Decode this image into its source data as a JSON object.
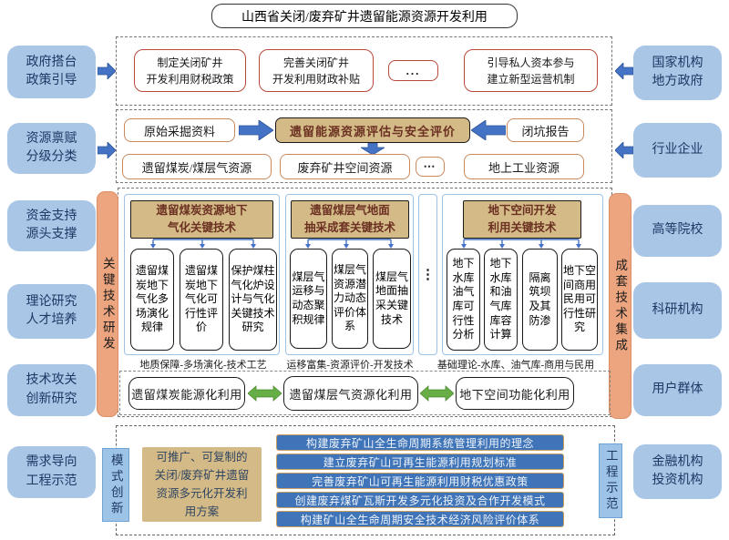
{
  "title": "山西省关闭/废弃矿井遗留能源资源开发利用",
  "left_column": {
    "items": [
      {
        "label": "政府搭台\n政策引导"
      },
      {
        "label": "资源禀赋\n分级分类"
      },
      {
        "label": "资金支持\n源头支撑"
      },
      {
        "label": "理论研究\n人才培养"
      },
      {
        "label": "技术攻关\n创新研究"
      },
      {
        "label": "需求导向\n工程示范"
      }
    ]
  },
  "right_column": {
    "items": [
      {
        "label": "国家机构\n地方政府"
      },
      {
        "label": "行业企业"
      },
      {
        "label": "高等院校"
      },
      {
        "label": "科研机构"
      },
      {
        "label": "用户群体"
      },
      {
        "label": "金融机构\n投资机构"
      }
    ]
  },
  "policy_section": {
    "boxes": [
      "制定关闭矿井\n开发利用财税政策",
      "完善关闭矿井\n开发利用财政补贴",
      "...",
      "引导私人资本参与\n建立新型运营机制"
    ]
  },
  "resource_section": {
    "input_left": "原始采掘资料",
    "center": "遗留能源资源评估与安全评价",
    "input_right": "闭坑报告",
    "outputs": [
      "遗留煤炭/煤层气资源",
      "废弃矿井空间资源",
      "⋯",
      "地上工业资源"
    ]
  },
  "tech_section": {
    "left_bar": "关键技术研发",
    "right_bar": "成套技术集成",
    "ellipsis": "⋮",
    "groups": [
      {
        "header": "遗留煤炭资源地下\n气化关键技术",
        "items": [
          "遗留煤炭地下气化多场演化规律",
          "遗留煤炭地下气化可行性评价",
          "保护煤柱气化炉设计与气化关键技术研究"
        ],
        "label": "地质保障-多场演化-技术工艺"
      },
      {
        "header": "遗留煤层气地面\n抽采成套关键技术",
        "items": [
          "煤层气运移与动态聚积规律",
          "煤层气资源潜力动态评价体系",
          "煤层气地面抽采关键技术"
        ],
        "label": "运移富集-资源评价-开发技术"
      },
      {
        "header": "地下空间开发\n利用关键技术",
        "items": [
          "地下水库油气库可行性分析",
          "地下水库和油气库库容计算",
          "隔离筑坝及其防渗",
          "地下空间商用民用可行性研究"
        ],
        "label": "基础理论-水库、油气库-商用与民用"
      }
    ],
    "applications": [
      "遗留煤炭能源化利用",
      "遗留煤层气资源化利用",
      "地下空间功能化利用"
    ]
  },
  "demo_section": {
    "left_bar": "模式创新",
    "right_bar": "工程示范",
    "plan": "可推广、可复制的\n关闭/废弃矿井遗留\n资源多元化开发利\n用方案",
    "measures": [
      "构建废弃矿山全生命周期系统管理利用的理念",
      "建立废弃矿山可再生能源利用规划标准",
      "完善废弃矿山可再生能源利用财税优惠政策",
      "创建废弃煤矿瓦斯开发多元化投资及合作开发模式",
      "构建矿山全生命周期安全技术经济风险评价体系"
    ]
  },
  "colors": {
    "side_box": "#a9c6e6",
    "khaki": "#d3ba87",
    "orange_bar": "#eda57f",
    "blue_bar": "#3f74b8",
    "arrow_blue": "#4472c4",
    "arrow_green": "#66ae45",
    "red_border": "#b8493c"
  }
}
